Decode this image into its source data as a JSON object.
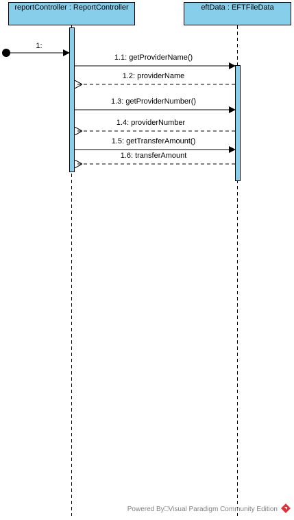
{
  "lifelines": [
    {
      "label": "reportController : ReportController",
      "fill": "#87CEEB"
    },
    {
      "label": "eftData : EFTFileData",
      "fill": "#87CEEB"
    }
  ],
  "found_message": {
    "label": "1:"
  },
  "messages": [
    {
      "label": "1.1: getProviderName()",
      "kind": "call"
    },
    {
      "label": "1.2: providerName",
      "kind": "return"
    },
    {
      "label": "1.3: getProviderNumber()",
      "kind": "call"
    },
    {
      "label": "1.4: providerNumber",
      "kind": "return"
    },
    {
      "label": "1.5: getTransferAmount()",
      "kind": "call"
    },
    {
      "label": "1.6: transferAmount",
      "kind": "return"
    }
  ],
  "footer": {
    "text": "Powered By⎕Visual Paradigm Community Edition",
    "logo_icon": "visual-paradigm-logo-icon",
    "logo_color": "#E0303A"
  },
  "colors": {
    "activation": "#87CEEB",
    "line": "#000000"
  }
}
